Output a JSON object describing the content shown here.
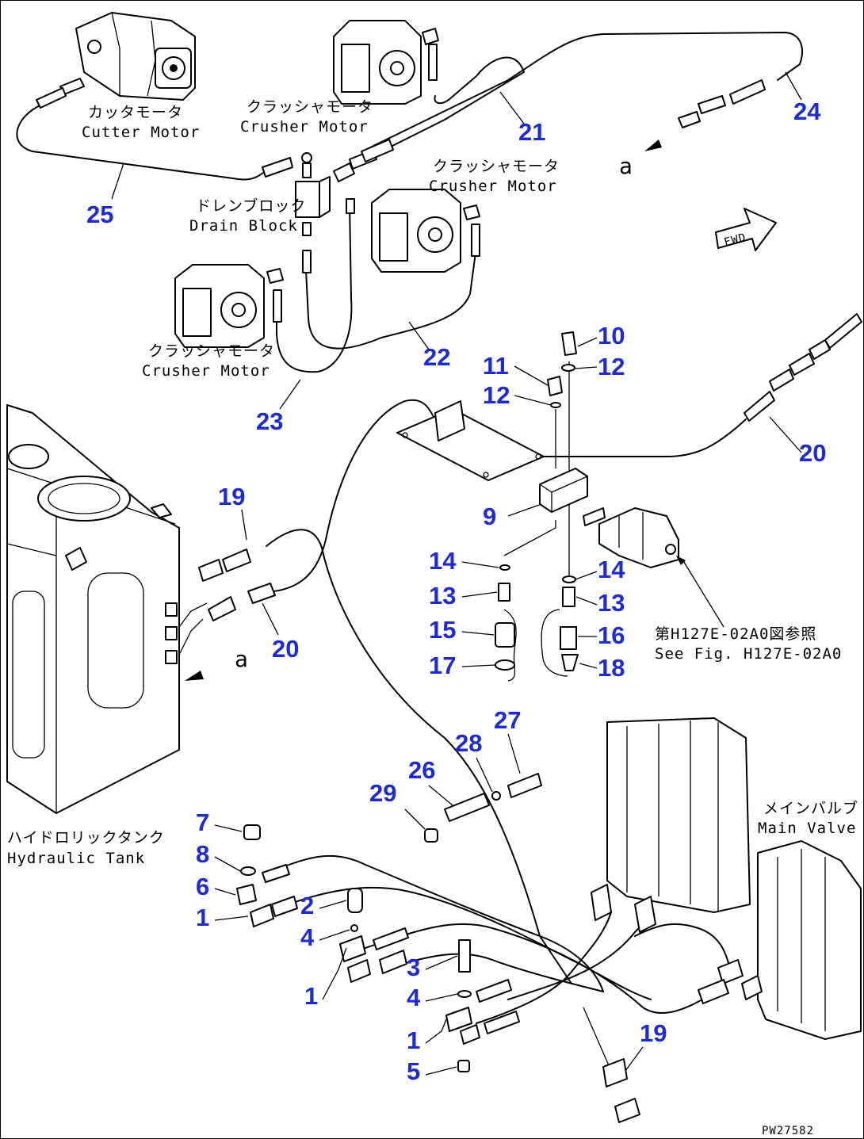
{
  "components": {
    "cutter_motor_jp": "カッタモータ",
    "cutter_motor_en": "Cutter Motor",
    "crusher_motor_1_jp": "クラッシャモータ",
    "crusher_motor_1_en": "Crusher Motor",
    "crusher_motor_2_jp": "クラッシャモータ",
    "crusher_motor_2_en": "Crusher Motor",
    "crusher_motor_3_jp": "クラッシャモータ",
    "crusher_motor_3_en": "Crusher Motor",
    "drain_block_jp": "ドレンブロック",
    "drain_block_en": "Drain Block",
    "hydraulic_tank_jp": "ハイドロリックタンク",
    "hydraulic_tank_en": "Hydraulic Tank",
    "main_valve_jp": "メインバルブ",
    "main_valve_en": "Main Valve",
    "see_fig_jp": "第H127E-02A0図参照",
    "see_fig_en": "See Fig. H127E-02A0",
    "fwd": "FWD",
    "point_a_top": "a",
    "point_a_left": "a",
    "drawing_code": "PW27582"
  },
  "callouts": [
    "25",
    "21",
    "24",
    "22",
    "23",
    "10",
    "11",
    "12",
    "12",
    "20",
    "19",
    "9",
    "14",
    "14",
    "13",
    "13",
    "15",
    "16",
    "17",
    "18",
    "20",
    "27",
    "28",
    "26",
    "29",
    "7",
    "8",
    "6",
    "1",
    "2",
    "4",
    "3",
    "1",
    "4",
    "1",
    "5",
    "19"
  ],
  "colors": {
    "callout": "#1f2bd0",
    "line": "#000000",
    "background": "#ffffff"
  }
}
